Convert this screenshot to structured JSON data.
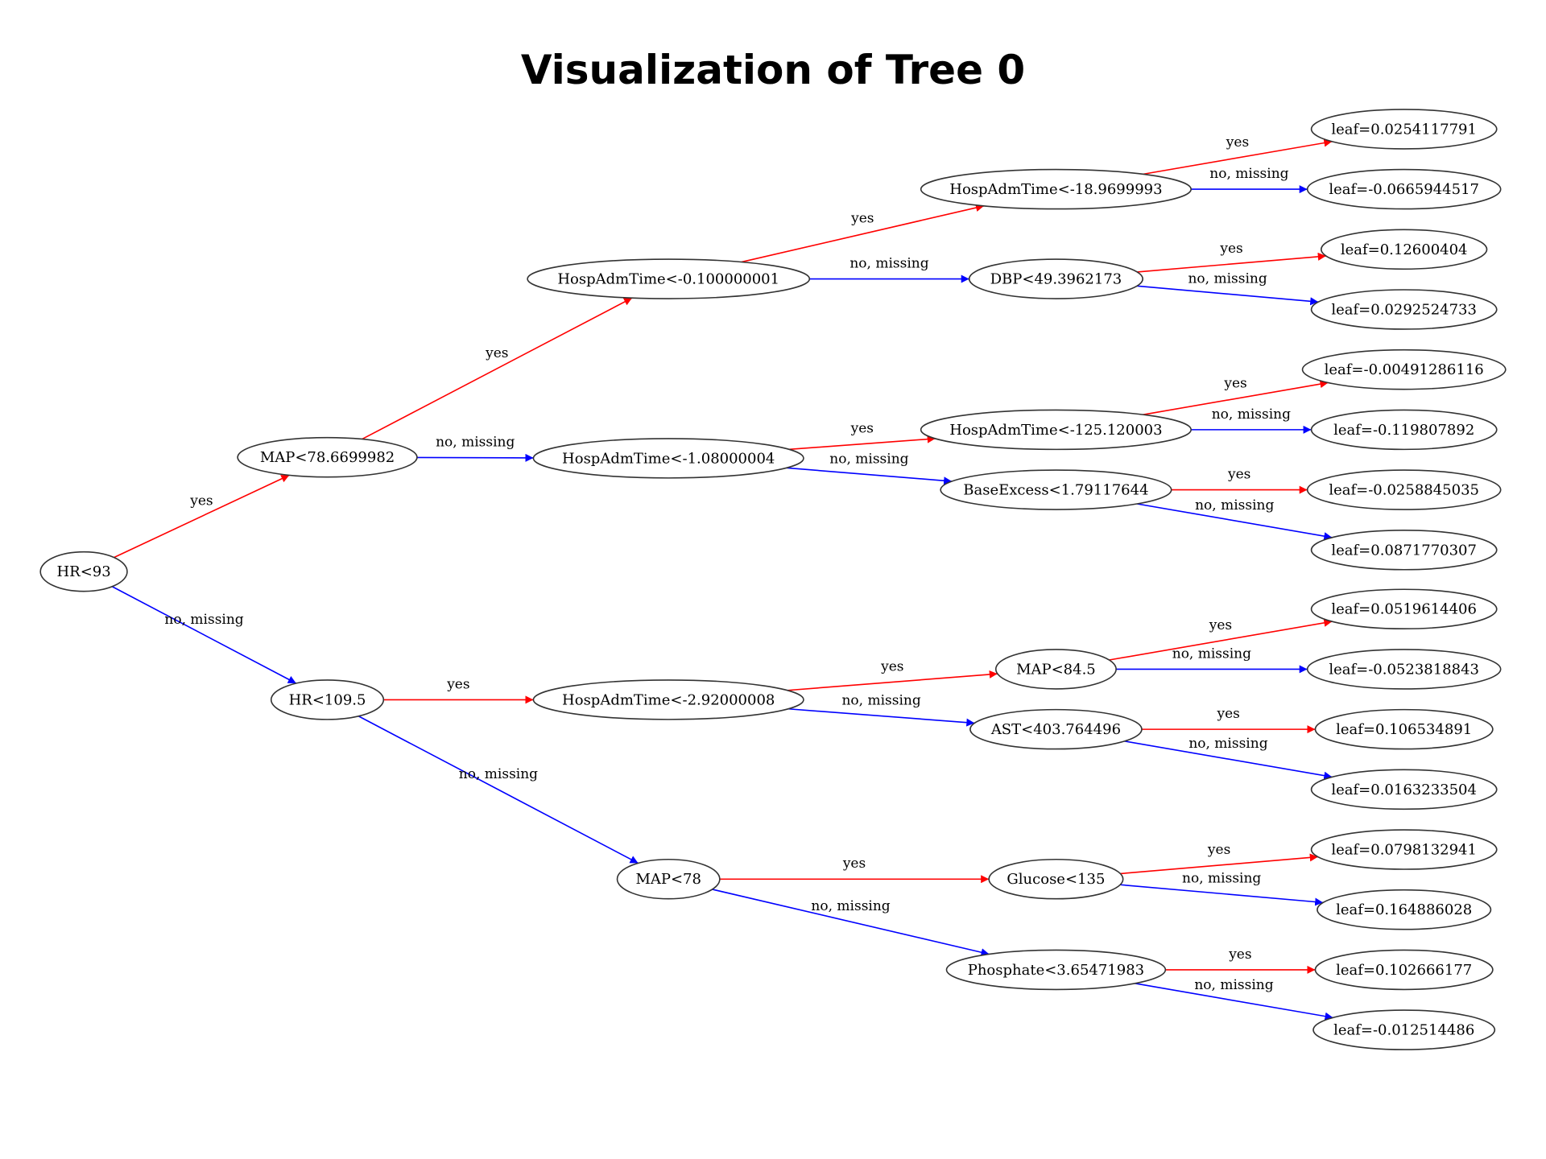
{
  "title": "Visualization of Tree 0",
  "colors": {
    "yes_edge": "#ff0000",
    "no_edge": "#0000ff",
    "node_stroke": "#333333"
  },
  "edge_labels": {
    "yes": "yes",
    "no": "no, missing"
  },
  "nodes": [
    {
      "id": "n0",
      "label": "HR<93"
    },
    {
      "id": "n1",
      "label": "MAP<78.6699982"
    },
    {
      "id": "n2",
      "label": "HR<109.5"
    },
    {
      "id": "n3",
      "label": "HospAdmTime<-0.100000001"
    },
    {
      "id": "n4",
      "label": "HospAdmTime<-1.08000004"
    },
    {
      "id": "n5",
      "label": "HospAdmTime<-2.92000008"
    },
    {
      "id": "n6",
      "label": "MAP<78"
    },
    {
      "id": "n7",
      "label": "HospAdmTime<-18.9699993"
    },
    {
      "id": "n8",
      "label": "DBP<49.3962173"
    },
    {
      "id": "n9",
      "label": "HospAdmTime<-125.120003"
    },
    {
      "id": "n10",
      "label": "BaseExcess<1.79117644"
    },
    {
      "id": "n11",
      "label": "MAP<84.5"
    },
    {
      "id": "n12",
      "label": "AST<403.764496"
    },
    {
      "id": "n13",
      "label": "Glucose<135"
    },
    {
      "id": "n14",
      "label": "Phosphate<3.65471983"
    },
    {
      "id": "l1",
      "label": "leaf=0.0254117791"
    },
    {
      "id": "l2",
      "label": "leaf=-0.0665944517"
    },
    {
      "id": "l3",
      "label": "leaf=0.12600404"
    },
    {
      "id": "l4",
      "label": "leaf=0.0292524733"
    },
    {
      "id": "l5",
      "label": "leaf=-0.00491286116"
    },
    {
      "id": "l6",
      "label": "leaf=-0.119807892"
    },
    {
      "id": "l7",
      "label": "leaf=-0.0258845035"
    },
    {
      "id": "l8",
      "label": "leaf=0.0871770307"
    },
    {
      "id": "l9",
      "label": "leaf=0.0519614406"
    },
    {
      "id": "l10",
      "label": "leaf=-0.0523818843"
    },
    {
      "id": "l11",
      "label": "leaf=0.106534891"
    },
    {
      "id": "l12",
      "label": "leaf=0.0163233504"
    },
    {
      "id": "l13",
      "label": "leaf=0.0798132941"
    },
    {
      "id": "l14",
      "label": "leaf=0.164886028"
    },
    {
      "id": "l15",
      "label": "leaf=0.102666177"
    },
    {
      "id": "l16",
      "label": "leaf=-0.012514486"
    }
  ],
  "edges": [
    {
      "from": "n0",
      "to": "n1",
      "type": "yes"
    },
    {
      "from": "n0",
      "to": "n2",
      "type": "no"
    },
    {
      "from": "n1",
      "to": "n3",
      "type": "yes"
    },
    {
      "from": "n1",
      "to": "n4",
      "type": "no"
    },
    {
      "from": "n2",
      "to": "n5",
      "type": "yes"
    },
    {
      "from": "n2",
      "to": "n6",
      "type": "no"
    },
    {
      "from": "n3",
      "to": "n7",
      "type": "yes"
    },
    {
      "from": "n3",
      "to": "n8",
      "type": "no"
    },
    {
      "from": "n4",
      "to": "n9",
      "type": "yes"
    },
    {
      "from": "n4",
      "to": "n10",
      "type": "no"
    },
    {
      "from": "n5",
      "to": "n11",
      "type": "yes"
    },
    {
      "from": "n5",
      "to": "n12",
      "type": "no"
    },
    {
      "from": "n6",
      "to": "n13",
      "type": "yes"
    },
    {
      "from": "n6",
      "to": "n14",
      "type": "no"
    },
    {
      "from": "n7",
      "to": "l1",
      "type": "yes"
    },
    {
      "from": "n7",
      "to": "l2",
      "type": "no"
    },
    {
      "from": "n8",
      "to": "l3",
      "type": "yes"
    },
    {
      "from": "n8",
      "to": "l4",
      "type": "no"
    },
    {
      "from": "n9",
      "to": "l5",
      "type": "yes"
    },
    {
      "from": "n9",
      "to": "l6",
      "type": "no"
    },
    {
      "from": "n10",
      "to": "l7",
      "type": "yes"
    },
    {
      "from": "n10",
      "to": "l8",
      "type": "no"
    },
    {
      "from": "n11",
      "to": "l9",
      "type": "yes"
    },
    {
      "from": "n11",
      "to": "l10",
      "type": "no"
    },
    {
      "from": "n12",
      "to": "l11",
      "type": "yes"
    },
    {
      "from": "n12",
      "to": "l12",
      "type": "no"
    },
    {
      "from": "n13",
      "to": "l13",
      "type": "yes"
    },
    {
      "from": "n13",
      "to": "l14",
      "type": "no"
    },
    {
      "from": "n14",
      "to": "l15",
      "type": "yes"
    },
    {
      "from": "n14",
      "to": "l16",
      "type": "no"
    }
  ]
}
